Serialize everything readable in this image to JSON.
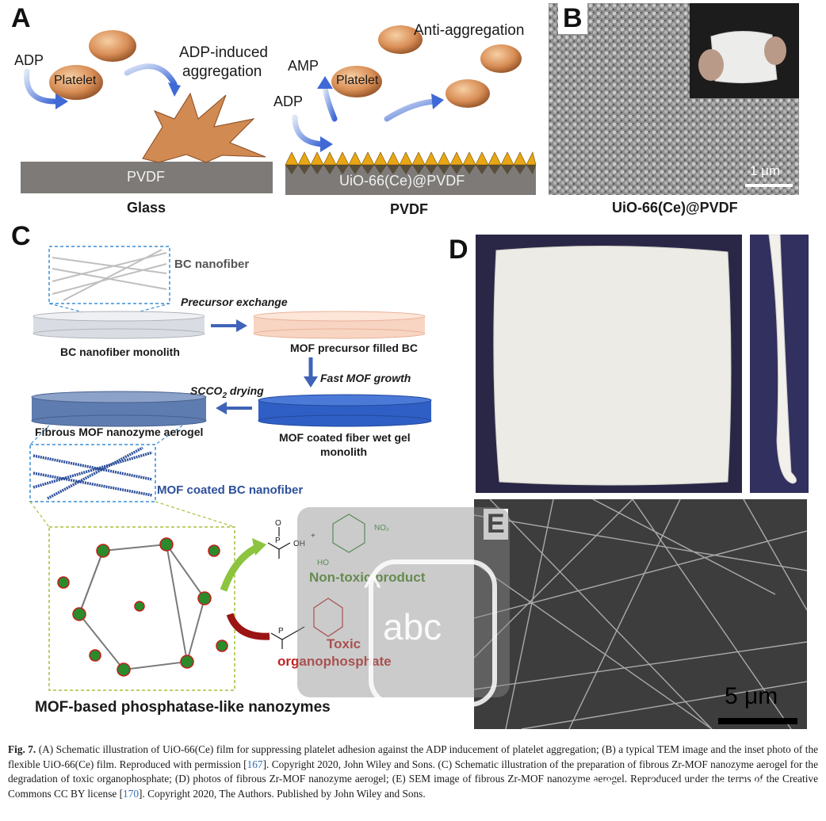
{
  "figure": {
    "panels": {
      "A": {
        "letter": "A",
        "labels": {
          "adp_left": "ADP",
          "platelet_left": "Platelet",
          "adp_induced": "ADP-induced",
          "aggregation": "aggregation",
          "pvdf_bar": "PVDF",
          "glass": "Glass",
          "amp": "AMP",
          "adp_right": "ADP",
          "platelet_right": "Platelet",
          "anti_aggregation": "Anti-aggregation",
          "uio_bar": "UiO-66(Ce)@PVDF",
          "pvdf_below": "PVDF"
        }
      },
      "B": {
        "letter": "B",
        "scale_bar": "1 μm",
        "caption": "UiO-66(Ce)@PVDF"
      },
      "C": {
        "letter": "C",
        "labels": {
          "bc_nanofiber": "BC nanofiber",
          "precursor_exchange": "Precursor exchange",
          "bc_monolith": "BC nanofiber monolith",
          "mof_precursor": "MOF precursor filled BC",
          "fast_mof": "Fast MOF growth",
          "scco2_main": "SCCO",
          "scco2_sub": "2",
          "scco2_tail": " drying",
          "aerogel": "Fibrous MOF nanozyme aerogel",
          "wet_gel_1": "MOF coated fiber wet gel",
          "wet_gel_2": "monolith",
          "mof_coated_bc": "MOF coated BC nanofiber",
          "non_toxic": "Non-toxic product",
          "toxic": "Toxic",
          "organophosphate": "organophosphate",
          "mof_based": "MOF-based phosphatase-like nanozymes",
          "no2": "NO₂",
          "oh": "OH",
          "ho": "HO",
          "p": "P",
          "o": "O",
          "plus": "+"
        }
      },
      "D": {
        "letter": "D"
      },
      "E": {
        "letter": "E",
        "scale_bar": "5 μm"
      }
    },
    "overlay": {
      "abc_label": "abc",
      "chevron": "^"
    },
    "caption": {
      "fig_label": "Fig. 7.",
      "text_1": " (A) Schematic illustration of UiO-66(Ce) film for suppressing platelet adhesion against the ADP inducement of platelet aggregation; (B) a typical TEM image and the inset photo of the flexible UiO-66(Ce) film. Reproduced with permission [",
      "ref_1": "167",
      "text_2": "]. Copyright 2020, John Wiley and Sons. (C) Schematic illustration of the preparation of fibrous Zr-MOF nanozyme aerogel for the degradation of toxic organophosphate; (D) photos of fibrous Zr-MOF nanozyme aerogel; (E) SEM image of fibrous Zr-MOF nanozyme aerogel. Reproduced under the terms of the Creative Commons CC BY license [",
      "ref_2": "170",
      "text_3": "]. Copyright 2020, The Authors. Published by John Wiley and Sons."
    },
    "watermark": "知乎 @纳米材料催化"
  }
}
